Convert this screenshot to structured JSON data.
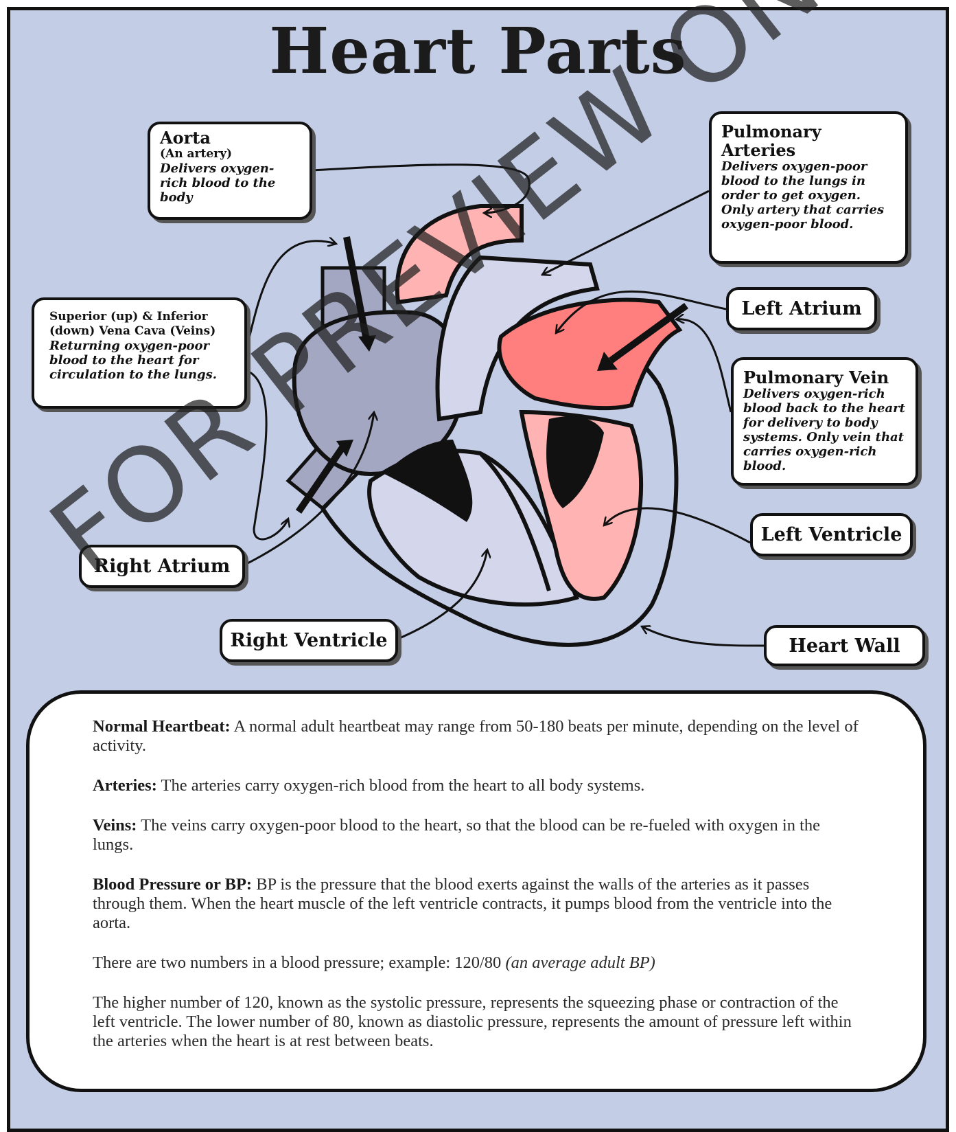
{
  "title": "Heart Parts",
  "labels": {
    "aorta": {
      "name": "Aorta",
      "sub": "(An artery)",
      "desc": "Delivers oxygen-rich blood to the body"
    },
    "pulmonary_arteries": {
      "name": "Pulmonary Arteries",
      "desc": "Delivers oxygen-poor blood to the lungs in order to get oxygen. Only artery that carries oxygen-poor blood."
    },
    "vena_cava": {
      "name": "Superior (up) & Inferior (down) Vena Cava (Veins)",
      "desc": "Returning oxygen-poor blood to the heart for circulation to the lungs."
    },
    "left_atrium": {
      "name": "Left Atrium"
    },
    "pulmonary_vein": {
      "name": "Pulmonary Vein",
      "desc": "Delivers oxygen-rich blood back to the heart for delivery to body systems. Only vein that carries oxygen-rich blood."
    },
    "left_ventricle": {
      "name": "Left Ventricle"
    },
    "right_atrium": {
      "name": "Right Atrium"
    },
    "right_ventricle": {
      "name": "Right Ventricle"
    },
    "heart_wall": {
      "name": "Heart Wall"
    }
  },
  "info": {
    "heartbeat_term": "Normal Heartbeat:",
    "heartbeat_text": " A normal adult heartbeat may range from 50-180 beats per minute, depending on the level of activity.",
    "arteries_term": "Arteries:",
    "arteries_text": " The arteries carry oxygen-rich blood from the heart to all body systems.",
    "veins_term": "Veins:",
    "veins_text": " The veins carry oxygen-poor blood to the heart, so that the blood can be re-fueled with oxygen in the lungs.",
    "bp_term": "Blood Pressure or BP:",
    "bp_text": " BP is the pressure that the blood exerts against the walls of the arteries as it passes through them. When the heart muscle of the left ventricle contracts, it pumps blood from the ventricle into the aorta.",
    "bp_example_text": "There are two numbers in a blood pressure; example: 120/80 ",
    "bp_example_note": "(an average adult BP)",
    "systolic_text": "The higher number of 120, known as the systolic pressure, represents the squeezing phase or contraction of the left ventricle. The lower number of 80, known as diastolic pressure, represents the amount of pressure left within the arteries when the heart is at rest between beats."
  },
  "watermark": "FOR PREVIEW ONLY",
  "colors": {
    "background": "#c3cde6",
    "oxygen_poor": "#a3a7c1",
    "oxygen_poor_light": "#d4d7eb",
    "oxygen_rich": "#ff7f7f",
    "oxygen_rich_light": "#ffb3b3"
  }
}
